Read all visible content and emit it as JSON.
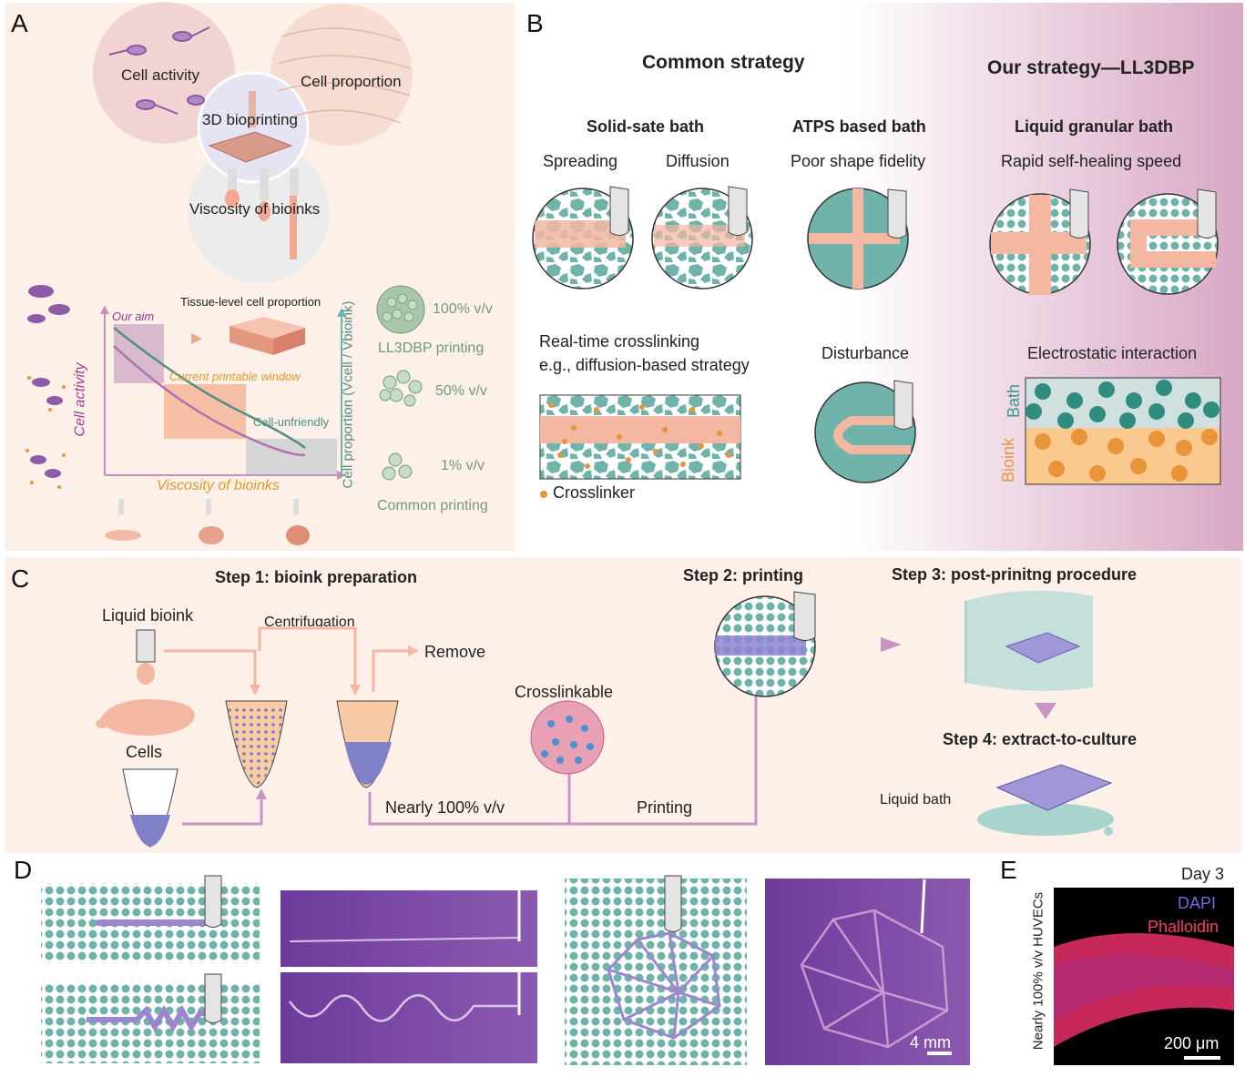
{
  "panelA": {
    "letter": "A",
    "circles": {
      "cell_activity": "Cell activity",
      "cell_proportion": "Cell proportion",
      "bioprinting": "3D bioprinting",
      "viscosity": "Viscosity of bioinks"
    },
    "chart": {
      "our_aim": "Our aim",
      "tissue_level": "Tissue-level cell proportion",
      "current_window": "Current printable window",
      "cell_unfriendly": "Cell-unfriendly",
      "ylabel": "Cell activity",
      "xlabel": "Viscosity of bioinks",
      "y2label": "Cell proportion (Vcell / Vbioink)"
    },
    "proportions": {
      "p100": "100% v/v",
      "ll3dbp": "LL3DBP printing",
      "p50": "50% v/v",
      "p1": "1% v/v",
      "common": "Common printing"
    }
  },
  "panelB": {
    "letter": "B",
    "common_strategy": "Common strategy",
    "our_strategy": "Our strategy—LL3DBP",
    "solid_bath": "Solid-sate bath",
    "spreading": "Spreading",
    "diffusion": "Diffusion",
    "atps_bath": "ATPS based bath",
    "poor_fidelity": "Poor shape fidelity",
    "liquid_granular": "Liquid granular bath",
    "rapid_healing": "Rapid self-healing speed",
    "realtime1": "Real-time crosslinking",
    "realtime2": "e.g., diffusion-based strategy",
    "crosslinker": "Crosslinker",
    "disturbance": "Disturbance",
    "electrostatic": "Electrostatic interaction",
    "bath": "Bath",
    "bioink": "Bioink"
  },
  "panelC": {
    "letter": "C",
    "step1": "Step 1: bioink preparation",
    "step2": "Step 2: printing",
    "step3": "Step 3: post-prinitng procedure",
    "step4": "Step 4: extract-to-culture",
    "liquid_bioink": "Liquid  bioink",
    "centrifugation": "Centrifugation",
    "remove": "Remove",
    "cells": "Cells",
    "crosslinkable": "Crosslinkable",
    "nearly100": "Nearly 100% v/v",
    "printing": "Printing",
    "liquid_bath": "Liquid bath"
  },
  "panelD": {
    "letter": "D",
    "scale": "4 mm"
  },
  "panelE": {
    "letter": "E",
    "day": "Day 3",
    "dapi": "DAPI",
    "phalloidin": "Phalloidin",
    "side_label": "Nearly 100% v/v HUVECs",
    "scale": "200 μm"
  },
  "colors": {
    "teal": "#6fb3ab",
    "salmon": "#f4b7a2",
    "purple": "#9b4f96",
    "orange": "#e8953a"
  }
}
